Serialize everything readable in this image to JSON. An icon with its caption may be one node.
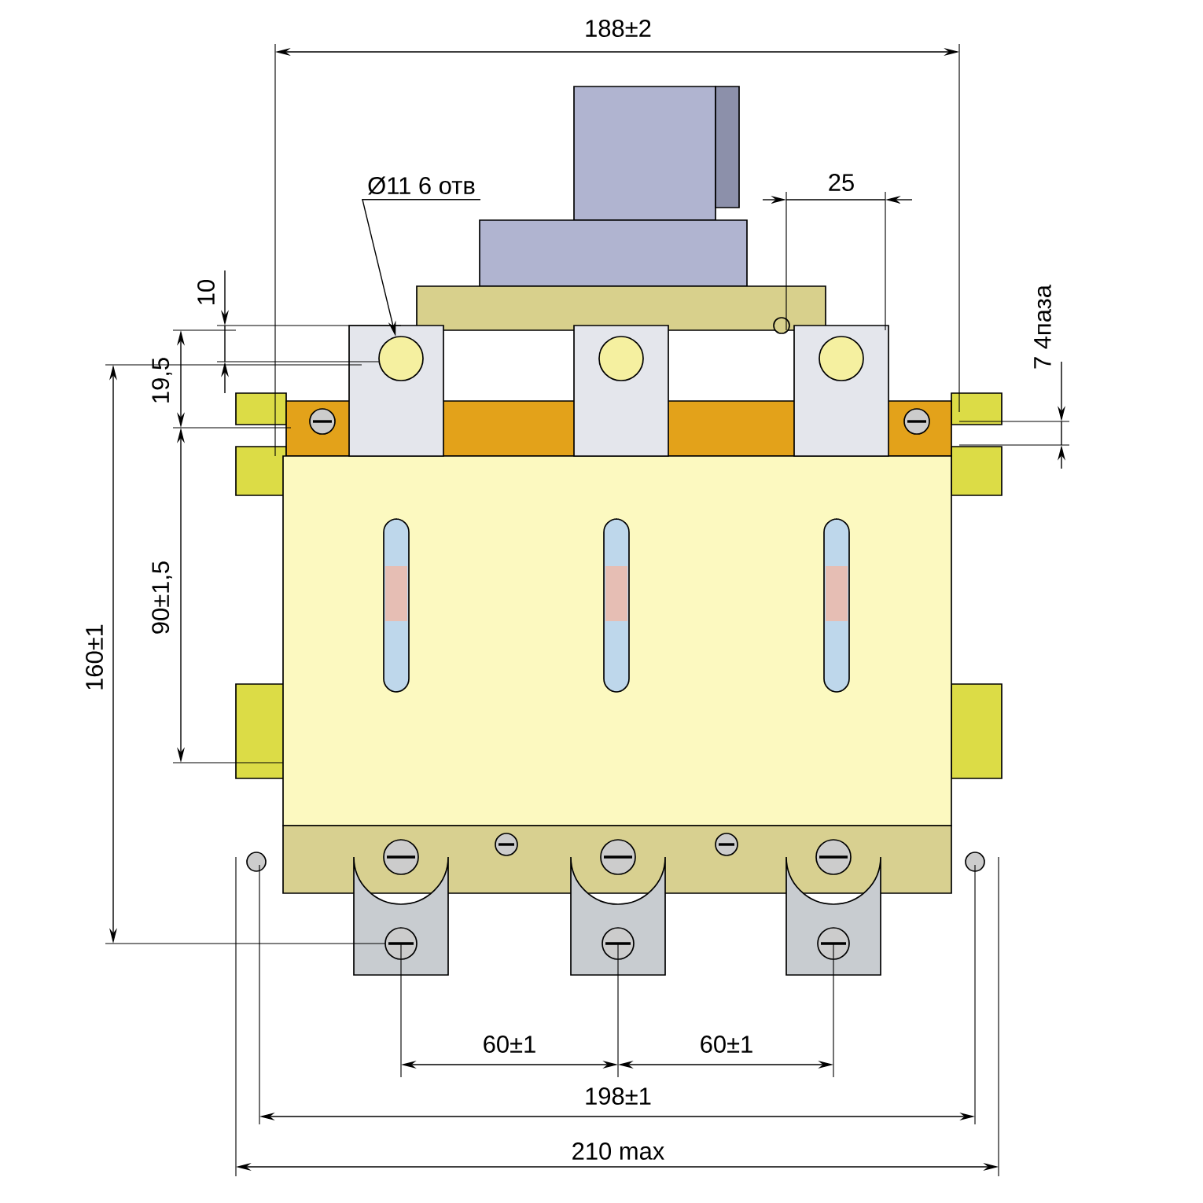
{
  "diagram": {
    "nodes": [
      {
        "text": [
          "Ø11 6 отв"
        ]
      },
      {
        "text": [],
        "shape": "circle"
      }
    ],
    "edges": [
      {
        "from": 0,
        "to": 1,
        "arrow": "to"
      }
    ],
    "labels": [
      "188±2",
      "25",
      "10",
      "7 4паза",
      "19,5",
      "160±1",
      "90±1,5",
      "60±1",
      "60±1",
      "198±1",
      "210 max"
    ]
  }
}
